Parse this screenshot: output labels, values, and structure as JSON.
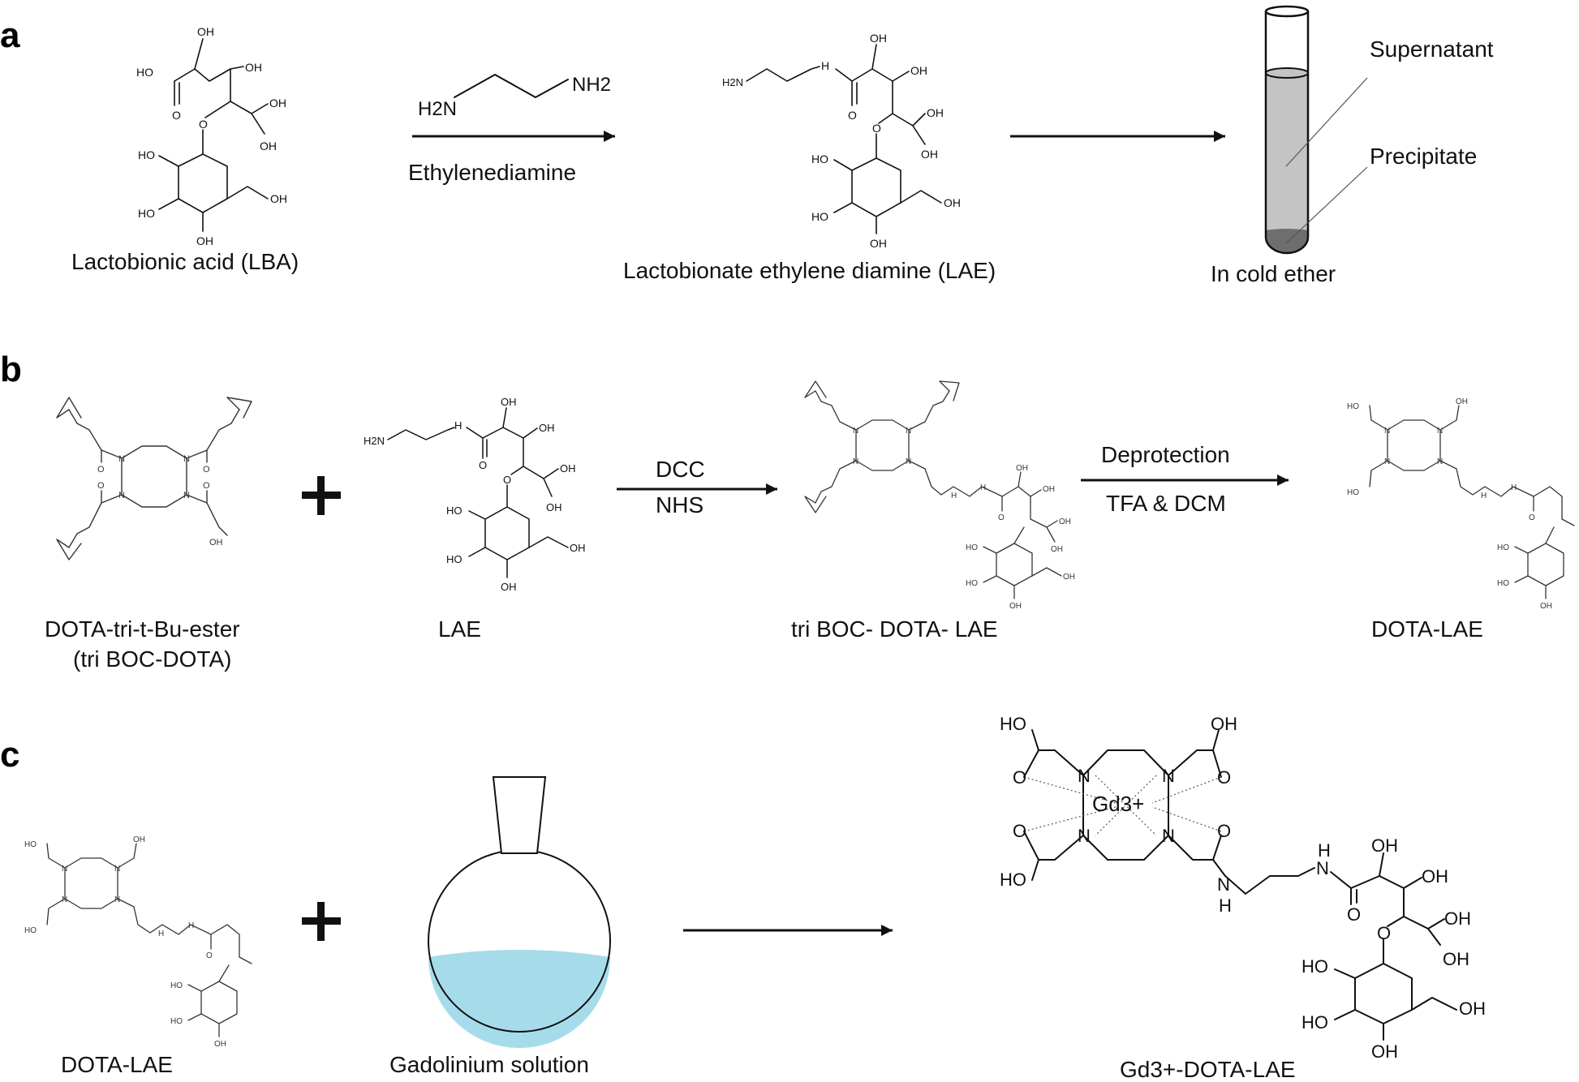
{
  "panels": [
    {
      "letter": "a",
      "reagent_name": "Ethylenediamine",
      "reagent_formula": {
        "left": "H2N",
        "right": "NH2"
      },
      "labels": {
        "lba": "Lactobionic acid (LBA)",
        "lae": "Lactobionate ethylene diamine (LAE)",
        "ether": "In cold ether",
        "supernatant": "Supernatant",
        "precipitate": "Precipitate"
      }
    },
    {
      "letter": "b",
      "arrow1_top": "DCC",
      "arrow1_bottom": "NHS",
      "arrow2_top": "Deprotection",
      "arrow2_bottom": "TFA & DCM",
      "labels": {
        "dota_ester_1": "DOTA-tri-t-Bu-ester",
        "dota_ester_2": "(tri BOC-DOTA)",
        "lae": "LAE",
        "triboc": "tri BOC- DOTA- LAE",
        "dota_lae": "DOTA-LAE"
      }
    },
    {
      "letter": "c",
      "labels": {
        "dota_lae": "DOTA-LAE",
        "gd_solution": "Gadolinium solution",
        "product": "Gd3+-DOTA-LAE",
        "gd_ion": "Gd3+"
      }
    }
  ],
  "atoms": {
    "oh": "OH",
    "ho": "HO",
    "o": "O",
    "n": "N",
    "nh": "H",
    "h2n": "H2N",
    "nh2": "NH2"
  },
  "colors": {
    "solution": "#a6dcea",
    "supernatant": "#c4c4c4",
    "precipitate": "#6e6e6e",
    "ink": "#111111"
  }
}
